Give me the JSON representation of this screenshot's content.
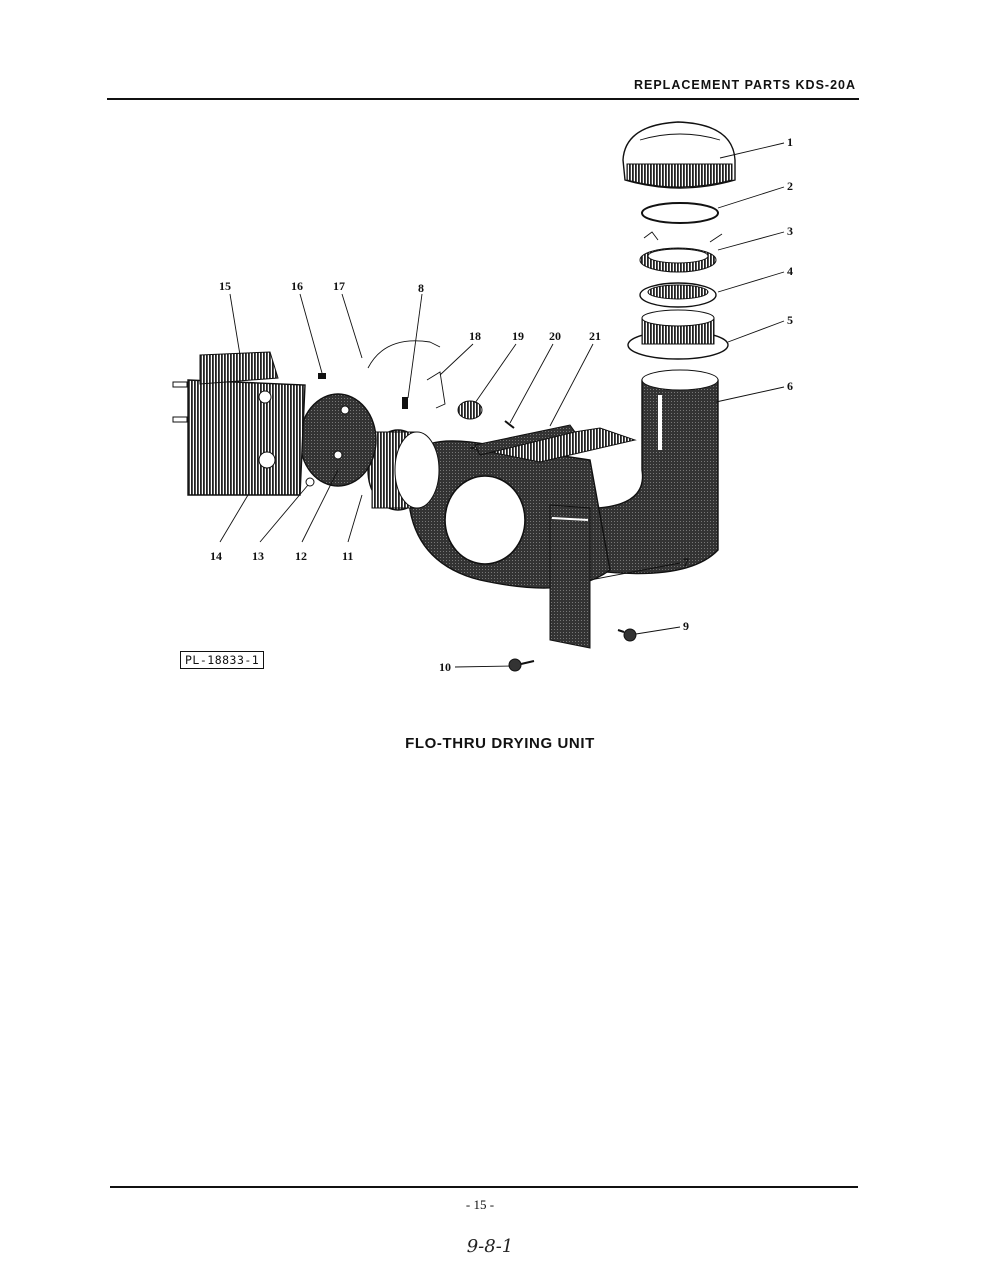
{
  "header": {
    "title": "REPLACEMENT PARTS KDS-20A"
  },
  "figure": {
    "plate_id": "PL-18833-1",
    "caption": "FLO-THRU DRYING UNIT",
    "callouts": [
      "1",
      "2",
      "3",
      "4",
      "5",
      "6",
      "7",
      "8",
      "9",
      "10",
      "11",
      "12",
      "13",
      "14",
      "15",
      "16",
      "17",
      "18",
      "19",
      "20",
      "21"
    ]
  },
  "footer": {
    "page_number": "- 15 -",
    "handwritten_note": "9-8-1"
  }
}
